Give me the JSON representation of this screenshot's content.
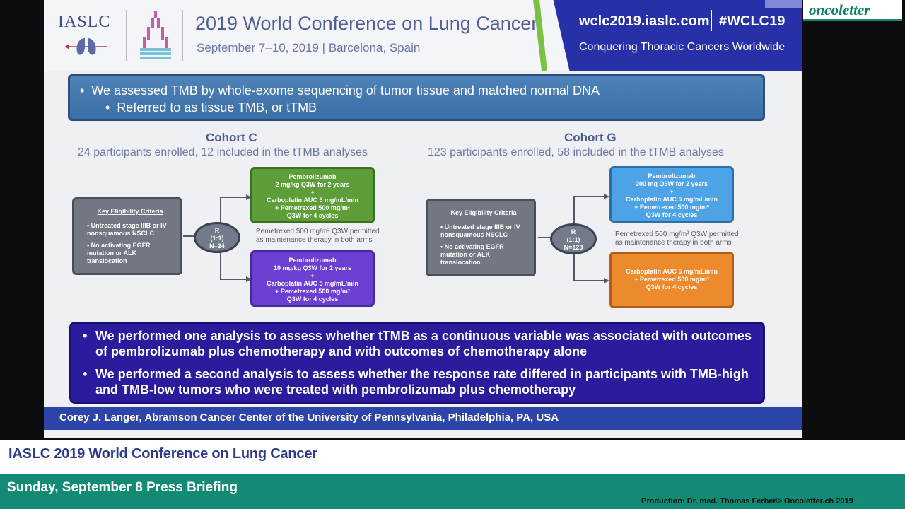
{
  "slide": {
    "logo_text": "IASLC",
    "conference_title": "2019 World Conference on Lung Cancer",
    "conference_dates": "September 7–10, 2019 | Barcelona, Spain",
    "website": "wclc2019.iaslc.com",
    "hashtag": "#WCLC19",
    "tagline": "Conquering Thoracic Cancers Worldwide",
    "top_bullets": [
      "We assessed TMB by whole-exome sequencing of tumor tissue and matched normal DNA",
      "Referred to as tissue TMB, or tTMB"
    ],
    "cohorts": [
      {
        "title": "Cohort C",
        "subtitle": "24 participants enrolled, 12 included in the tTMB analyses",
        "eligibility_title": "Key Eligibility Criteria",
        "eligibility": [
          "Untreated stage IIIB or IV nonsquamous NSCLC",
          "No activating EGFR mutation or ALK translocation"
        ],
        "randomization": [
          "R",
          "(1:1)",
          "N=24"
        ],
        "arm_top": [
          "Pembrolizumab",
          "2 mg/kg Q3W for 2 years",
          "+",
          "Carboplatin AUC 5 mg/mL/min",
          "+ Pemetrexed 500 mg/m²",
          "Q3W for 4 cycles"
        ],
        "arm_bottom": [
          "Pembrolizumab",
          "10 mg/kg Q3W for 2 years",
          "+",
          "Carboplatin AUC 5 mg/mL/min",
          "+ Pemetrexed 500 mg/m²",
          "Q3W for 4 cycles"
        ],
        "note": [
          "Pemetrexed 500 mg/m² Q3W permitted",
          "as maintenance therapy in both arms"
        ]
      },
      {
        "title": "Cohort G",
        "subtitle": "123 participants enrolled, 58 included in the tTMB analyses",
        "eligibility_title": "Key Eligibility Criteria",
        "eligibility": [
          "Untreated stage IIIB or IV nonsquamous NSCLC",
          "No activating EGFR mutation or ALK translocation"
        ],
        "randomization": [
          "R",
          "(1:1)",
          "N=123"
        ],
        "arm_top": [
          "Pembrolizumab",
          "200 mg Q3W for 2 years",
          "+",
          "Carboplatin AUC 5 mg/mL/min",
          "+ Pemetrexed 500 mg/m²",
          "Q3W for 4 cycles"
        ],
        "arm_bottom": [
          "Carboplatin AUC 5 mg/mL/min",
          "+ Pemetrexed 500 mg/m²",
          "Q3W for 4 cycles"
        ],
        "note": [
          "Pemetrexed 500 mg/m² Q3W permitted",
          "as maintenance therapy in both arms"
        ]
      }
    ],
    "bottom_bullets": [
      [
        "We performed one analysis to assess whether tTMB as a continuous variable was associated with outcomes",
        "of pembrolizumab plus chemotherapy and with outcomes of chemotherapy alone"
      ],
      [
        "We performed a second analysis to assess whether the response rate differed in participants with TMB-high",
        "and TMB-low tumors who were treated with pembrolizumab plus chemotherapy"
      ]
    ],
    "presenter": "Corey J. Langer, Abramson Cancer Center of the University of Pennsylvania, Philadelphia, PA, USA"
  },
  "broadcast": {
    "brand": "oncoletter",
    "event_title": "IASLC 2019 World Conference on Lung Cancer",
    "date_line": "Sunday, September 8 Press Briefing",
    "credit": "Production: Dr. med. Thomas Ferber© Oncoletter.ch 2019"
  },
  "colors": {
    "header_blue": "#2830a8",
    "accent_green": "#7bc143",
    "bullet_box": "#3a6ea6",
    "bottom_box": "#2a1c9c",
    "arm_green": "#5d9e39",
    "arm_purple": "#6a3fd2",
    "arm_blue": "#4da3e6",
    "arm_orange": "#ee8a2e",
    "lower_third_green": "#138a73"
  }
}
